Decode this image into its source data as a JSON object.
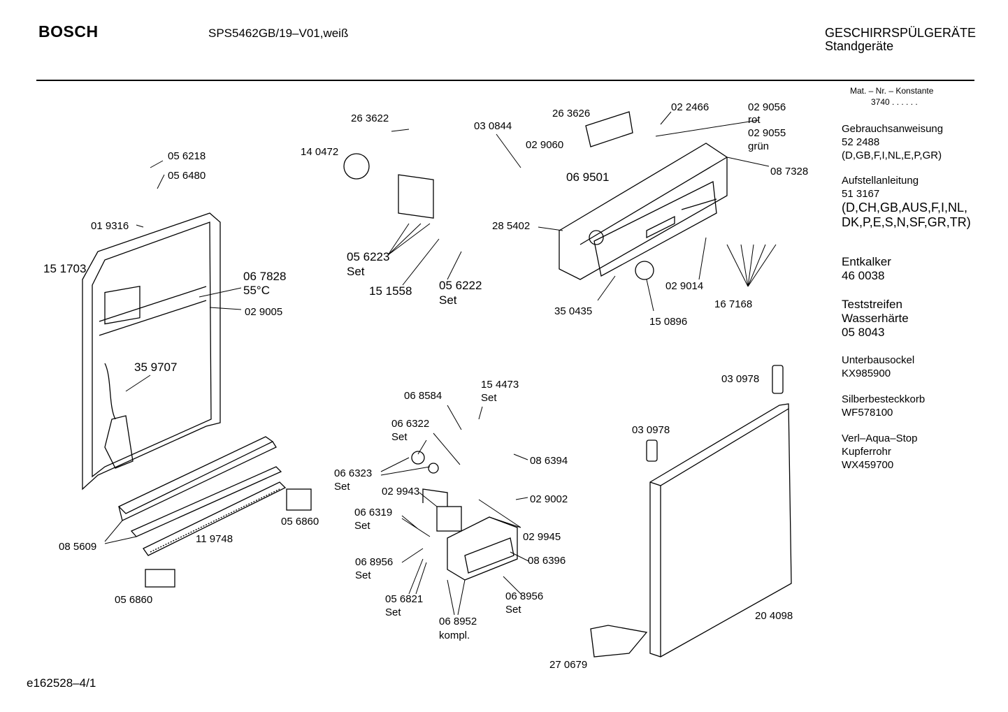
{
  "header": {
    "brand": "BOSCH",
    "model": "SPS5462GB/19–V01,weiß",
    "category_line1": "GESCHIRRSPÜLGERÄTE",
    "category_line2": "Standgeräte"
  },
  "sidebar": {
    "mat_label": "Mat. – Nr. – Konstante",
    "mat_value": "3740 .  .  .  .  .  .",
    "gebrauch_title": "Gebrauchsanweisung",
    "gebrauch_num": "52 2488",
    "gebrauch_langs": "(D,GB,F,I,NL,E,P,GR)",
    "aufstell_title": "Aufstellanleitung",
    "aufstell_num": "51 3167",
    "aufstell_langs1": "(D,CH,GB,AUS,F,I,NL,",
    "aufstell_langs2": "DK,P,E,S,N,SF,GR,TR)",
    "entkalker_title": "Entkalker",
    "entkalker_num": "46 0038",
    "test_title1": "Teststreifen",
    "test_title2": "Wasserhärte",
    "test_num": "05 8043",
    "unterbau_title": "Unterbausockel",
    "unterbau_num": "KX985900",
    "silber_title": "Silberbesteckkorb",
    "silber_num": "WF578100",
    "aqua_title1": "Verl–Aqua–Stop",
    "aqua_title2": "Kupferrohr",
    "aqua_num": "WX459700"
  },
  "parts": {
    "p263622": "26 3622",
    "p030844": "03 0844",
    "p263626": "26 3626",
    "p022466": "02 2466",
    "p029056": "02 9056",
    "rot": "rot",
    "p029055": "02 9055",
    "gruen": "grün",
    "p140472": "14 0472",
    "p029060": "02 9060",
    "p069501": "06 9501",
    "p087328": "08 7328",
    "p056218": "05 6218",
    "p056480": "05 6480",
    "p019316": "01 9316",
    "p285402": "28 5402",
    "p056223": "05 6223",
    "p151558": "15 1558",
    "p056222": "05 6222",
    "set": "Set",
    "p151703": "15 1703",
    "p067828": "06 7828",
    "temp": "55°C",
    "p029005": "02 9005",
    "p029014": "02 9014",
    "p167168": "16 7168",
    "p350435": "35 0435",
    "p150896": "15 0896",
    "p359707": "35 9707",
    "p030978a": "03 0978",
    "p030978b": "03 0978",
    "p154473": "15 4473",
    "p068584": "06 8584",
    "p066322": "06 6322",
    "p086394": "08 6394",
    "p066323": "06 6323",
    "p029943": "02 9943",
    "p029002": "02 9002",
    "p066319": "06 6319",
    "p029945": "02 9945",
    "p056860a": "05 6860",
    "p085609": "08 5609",
    "p119748": "11 9748",
    "p068956a": "06 8956",
    "p086396": "08 6396",
    "p056821": "05 6821",
    "p068956b": "06 8956",
    "p068952": "06 8952",
    "kompl": "kompl.",
    "p056860b": "05 6860",
    "p204098": "20 4098",
    "p270679": "27 0679"
  },
  "footer": {
    "code": "e162528–4/1"
  }
}
